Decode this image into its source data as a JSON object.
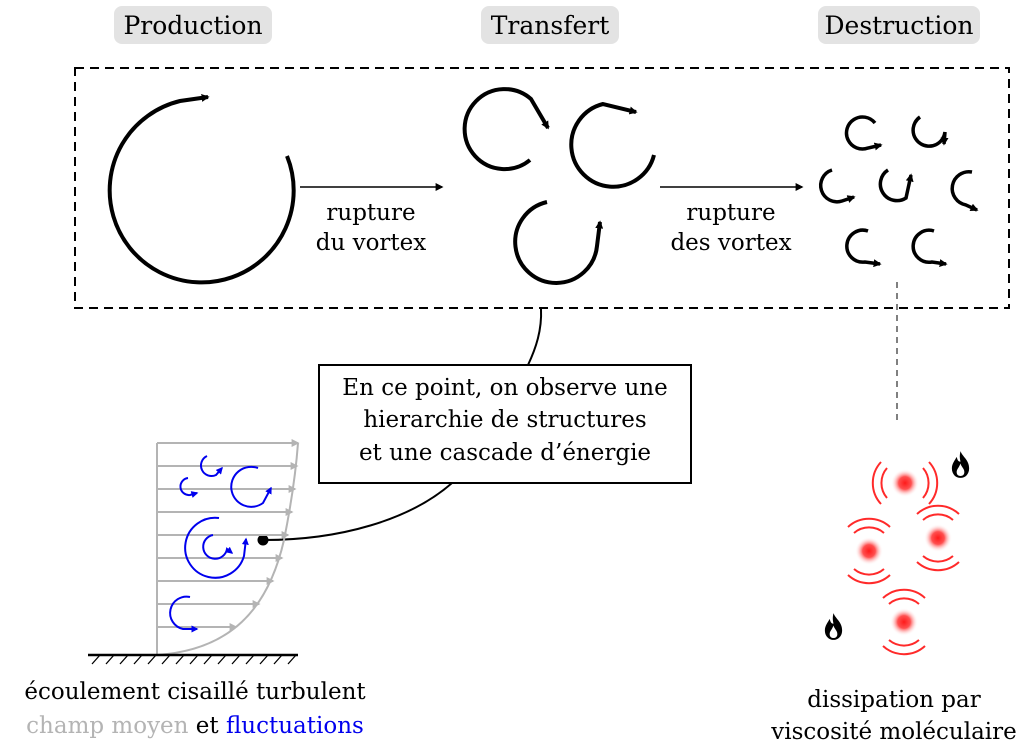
{
  "stages": {
    "production": "Production",
    "transfer": "Transfert",
    "destruction": "Destruction"
  },
  "arrows": {
    "first": [
      "rupture",
      "du vortex"
    ],
    "second": [
      "rupture",
      "des vortex"
    ]
  },
  "note": [
    "En ce point, on observe une",
    "hierarchie de structures",
    "et une cascade d’énergie"
  ],
  "captions": {
    "flow_line1": "écoulement cisaillé turbulent",
    "flow_mean": "champ moyen",
    "flow_and": "et",
    "flow_fluct": "fluctuations",
    "dissipation_line1": "dissipation par",
    "dissipation_line2": "viscosité moléculaire"
  },
  "colors": {
    "label_bg": "#e3e3e3",
    "mean_field": "#b4b4b4",
    "fluctuations": "#0000ee",
    "heat": "#ff2a2a"
  },
  "icons": [
    "circular-arrow-icon",
    "fire-icon",
    "heat-spot-icon"
  ]
}
